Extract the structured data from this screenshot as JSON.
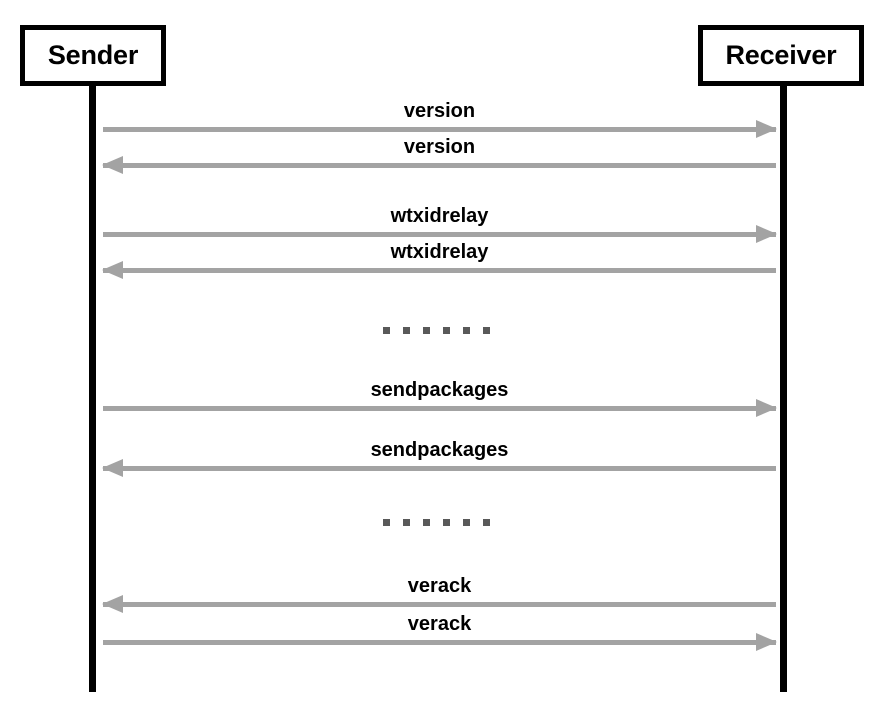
{
  "diagram": {
    "type": "sequence-diagram",
    "title": "Sender / Receiver handshake sequence",
    "colors": {
      "background": "#ffffff",
      "lifeline": "#000000",
      "box_border": "#000000",
      "arrow": "#a3a3a3",
      "text": "#000000",
      "dot": "#595959"
    },
    "participants": [
      {
        "id": "sender",
        "label": "Sender"
      },
      {
        "id": "receiver",
        "label": "Receiver"
      }
    ],
    "messages": [
      {
        "label": "version",
        "direction": "right",
        "from": "sender",
        "to": "receiver"
      },
      {
        "label": "version",
        "direction": "left",
        "from": "receiver",
        "to": "sender"
      },
      {
        "label": "wtxidrelay",
        "direction": "right",
        "from": "sender",
        "to": "receiver"
      },
      {
        "label": "wtxidrelay",
        "direction": "left",
        "from": "receiver",
        "to": "sender"
      },
      {
        "label": "sendpackages",
        "direction": "right",
        "from": "sender",
        "to": "receiver"
      },
      {
        "label": "sendpackages",
        "direction": "left",
        "from": "receiver",
        "to": "sender"
      },
      {
        "label": "verack",
        "direction": "left",
        "from": "receiver",
        "to": "sender"
      },
      {
        "label": "verack",
        "direction": "right",
        "from": "sender",
        "to": "receiver"
      }
    ],
    "ellipsis_rows": [
      {
        "dots": 6
      },
      {
        "dots": 6
      }
    ]
  }
}
